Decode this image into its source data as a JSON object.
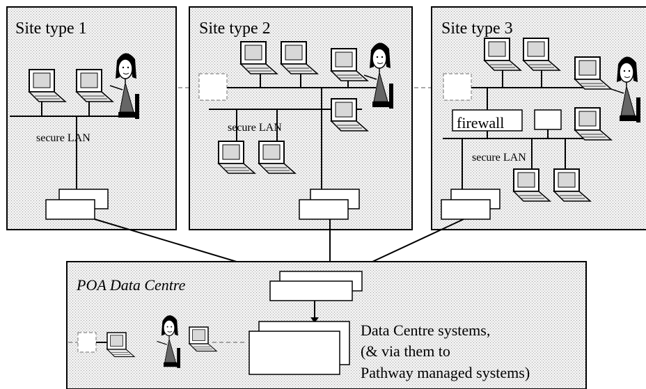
{
  "sites": [
    {
      "title": "Site type 1",
      "lan_label": "secure LAN"
    },
    {
      "title": "Site type 2",
      "lan_label": "secure LAN"
    },
    {
      "title": "Site type 3",
      "lan_label": "secure LAN",
      "firewall_label": "firewall"
    }
  ],
  "data_centre": {
    "title": "POA Data Centre",
    "systems_lines": [
      "Data Centre systems,",
      "(& via them to",
      "Pathway managed systems)"
    ]
  }
}
